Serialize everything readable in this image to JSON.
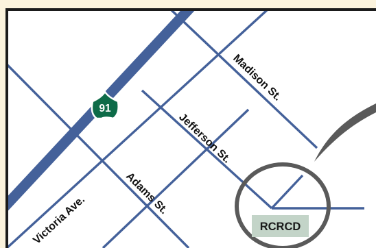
{
  "colors": {
    "background": "#fbf3dd",
    "frame": "#1b1b1b",
    "map_fill": "#ffffff",
    "street": "#44619a",
    "freeway": "#44619a",
    "label": "#111111",
    "shield_fill": "#0d6b48",
    "shield_outline": "#ffffff",
    "shield_text": "#ffffff",
    "location_circle": "#5a5a5a",
    "pointer": "#5a5a5a",
    "campus_badge": "#c3d4c8",
    "campus_text": "#1a1a1a"
  },
  "map": {
    "freeway": {
      "shield_label": "91",
      "shield_icon": "california-state-route-shield-icon"
    },
    "streets": [
      {
        "id": "madison",
        "label": "Madison St."
      },
      {
        "id": "jefferson",
        "label": "Jefferson St."
      },
      {
        "id": "adams",
        "label": "Adams St."
      },
      {
        "id": "victoria",
        "label": "Victoria Ave."
      }
    ],
    "destination": {
      "label": "RCRCD",
      "marker_icon": "location-circle-icon"
    }
  }
}
